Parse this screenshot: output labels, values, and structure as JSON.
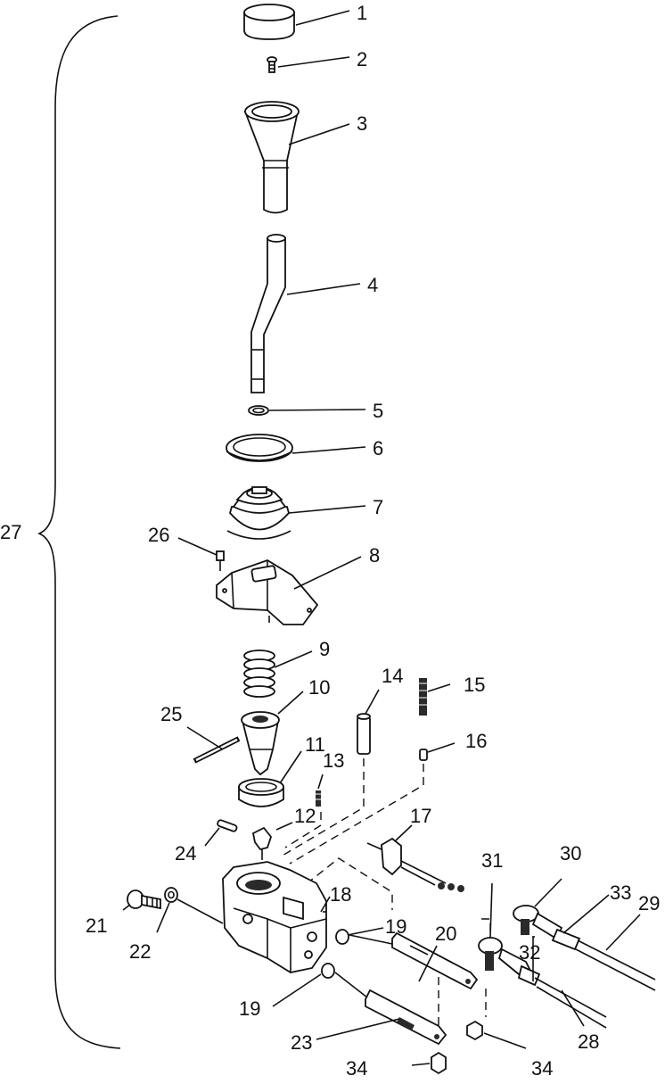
{
  "diagram": {
    "callouts": [
      {
        "id": "c1",
        "text": "1"
      },
      {
        "id": "c2",
        "text": "2"
      },
      {
        "id": "c3",
        "text": "3"
      },
      {
        "id": "c4",
        "text": "4"
      },
      {
        "id": "c5",
        "text": "5"
      },
      {
        "id": "c6",
        "text": "6"
      },
      {
        "id": "c7",
        "text": "7"
      },
      {
        "id": "c8",
        "text": "8"
      },
      {
        "id": "c9",
        "text": "9"
      },
      {
        "id": "c10",
        "text": "10"
      },
      {
        "id": "c11",
        "text": "11"
      },
      {
        "id": "c12",
        "text": "12"
      },
      {
        "id": "c13",
        "text": "13"
      },
      {
        "id": "c14",
        "text": "14"
      },
      {
        "id": "c15",
        "text": "15"
      },
      {
        "id": "c16",
        "text": "16"
      },
      {
        "id": "c17",
        "text": "17"
      },
      {
        "id": "c18",
        "text": "18"
      },
      {
        "id": "c19a",
        "text": "19"
      },
      {
        "id": "c19b",
        "text": "19"
      },
      {
        "id": "c20",
        "text": "20"
      },
      {
        "id": "c21",
        "text": "21"
      },
      {
        "id": "c22",
        "text": "22"
      },
      {
        "id": "c23",
        "text": "23"
      },
      {
        "id": "c24",
        "text": "24"
      },
      {
        "id": "c25",
        "text": "25"
      },
      {
        "id": "c26",
        "text": "26"
      },
      {
        "id": "c27",
        "text": "27"
      },
      {
        "id": "c28",
        "text": "28"
      },
      {
        "id": "c29",
        "text": "29"
      },
      {
        "id": "c30",
        "text": "30"
      },
      {
        "id": "c31",
        "text": "31"
      },
      {
        "id": "c32",
        "text": "32"
      },
      {
        "id": "c33",
        "text": "33"
      },
      {
        "id": "c34a",
        "text": "34"
      },
      {
        "id": "c34b",
        "text": "34"
      }
    ]
  }
}
